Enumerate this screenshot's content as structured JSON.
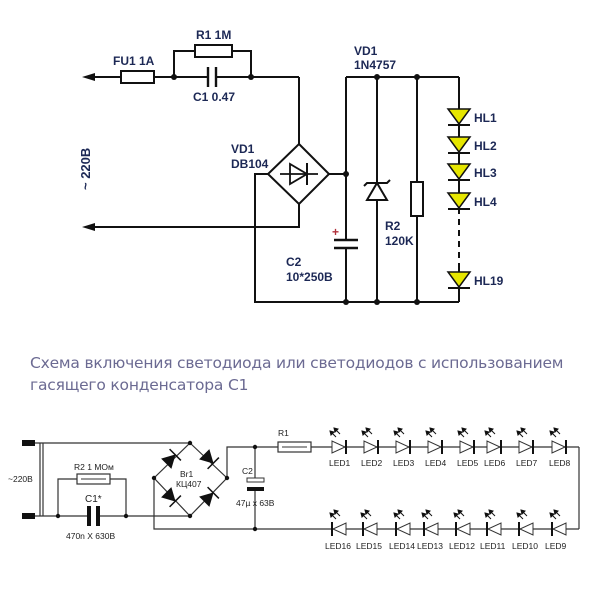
{
  "top_schematic": {
    "supply_label": "~ 220В",
    "fuse_label": "FU1 1A",
    "r1_label": "R1 1M",
    "c1_label": "C1 0.47",
    "bridge_label_1": "VD1",
    "bridge_label_2": "DB104",
    "zener_label_1": "VD1",
    "zener_label_2": "1N4757",
    "c2_label_1": "C2",
    "c2_label_2": "10*250В",
    "c2_polarity": "+",
    "r2_label_1": "R2",
    "r2_label_2": "120K",
    "leds": [
      "HL1",
      "HL2",
      "HL3",
      "HL4",
      "HL19"
    ],
    "led_color": "#e6e600",
    "wire_color": "#111111",
    "polarity_color": "#b0303a"
  },
  "caption": {
    "line1": "Схема включения светодиода или светодиодов с использованием",
    "line2": "гасящего конденсатора С1"
  },
  "bottom_schematic": {
    "supply_label": "~220В",
    "r2_label": "R2 1 МОм",
    "c1_label": "C1*",
    "c1_value": "470n X 630В",
    "bridge_label_1": "Br1",
    "bridge_label_2": "КЦ407",
    "c2_label": "C2",
    "c2_value": "47µ x 63В",
    "r1_label": "R1",
    "top_row_leds": [
      "LED1",
      "LED2",
      "LED3",
      "LED4",
      "LED5",
      "LED6",
      "LED7",
      "LED8"
    ],
    "bottom_row_leds": [
      "LED16",
      "LED15",
      "LED14",
      "LED13",
      "LED12",
      "LED11",
      "LED10",
      "LED9"
    ]
  }
}
